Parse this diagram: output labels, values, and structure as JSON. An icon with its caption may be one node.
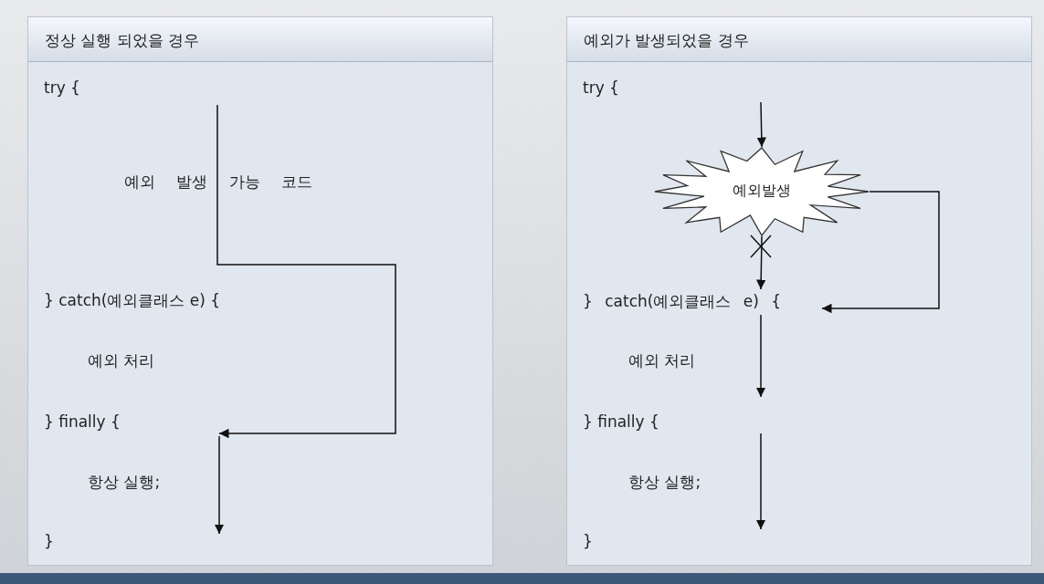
{
  "diagram": {
    "nodes": [
      {
        "text": [
          "정상 실행 되었을 경우"
        ]
      },
      {
        "text": [
          "예외가 발생되었을 경우"
        ]
      },
      {
        "text": [
          "예외발생"
        ],
        "in": 1
      },
      {
        "text": [
          "} catch(예외클래스 e) {"
        ],
        "in": 1
      }
    ],
    "edges": [
      {
        "from": null,
        "to": 2,
        "arrow": "to"
      },
      {
        "from": 2,
        "to": 3,
        "arrow": "to"
      },
      {
        "from": 2,
        "to": 3,
        "arrow": "to"
      }
    ],
    "labels": [
      "try {",
      "예외 발생 가능 코드",
      "} catch(예외클래스 e) {",
      "예외 처리",
      "} finally {",
      "항상 실행;",
      "}",
      "try {",
      "예외 처리",
      "} finally {",
      "항상 실행;",
      "}"
    ]
  }
}
